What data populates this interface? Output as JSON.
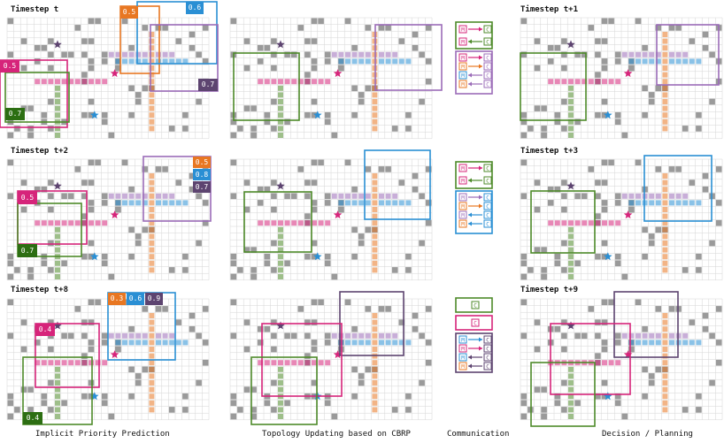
{
  "panel_titles": [
    "Timestep t",
    "Timestep t+1",
    "Timestep t+2",
    "Timestep t+3",
    "Timestep t+8",
    "Timestep t+9"
  ],
  "column_captions": [
    "Implicit Priority Prediction",
    "Topology Updating based on CBRP",
    "Communication",
    "Decision / Planning"
  ],
  "colors": {
    "magenta": "#d6247a",
    "orange": "#e87722",
    "blue": "#2a8fd4",
    "purple": "#9b6cb8",
    "darkpurple": "#5d4470",
    "green": "#4e8a2a",
    "darkgreen": "#2c6e12",
    "obstacle": "#9a9a9a",
    "grid": "#d6d6d6",
    "star": "#5d4470",
    "starMagenta": "#d6247a",
    "starBlue": "#2a8fd4"
  },
  "priority_badges": {
    "row1": [
      {
        "value": "0.5",
        "color": "#e87722"
      },
      {
        "value": "0.6",
        "color": "#2a8fd4"
      },
      {
        "value": "0.5",
        "color": "#d6247a"
      },
      {
        "value": "0.7",
        "color": "#2c6e12"
      },
      {
        "value": "0.7",
        "color": "#5d4470"
      }
    ],
    "row2": [
      {
        "value": "0.5",
        "color": "#e87722"
      },
      {
        "value": "0.8",
        "color": "#2a8fd4"
      },
      {
        "value": "0.7",
        "color": "#5d4470"
      },
      {
        "value": "0.5",
        "color": "#d6247a"
      },
      {
        "value": "0.7",
        "color": "#2c6e12"
      }
    ],
    "row3": [
      {
        "value": "0.3",
        "color": "#e87722"
      },
      {
        "value": "0.6",
        "color": "#2a8fd4"
      },
      {
        "value": "0.9",
        "color": "#5d4470"
      },
      {
        "value": "0.4",
        "color": "#d6247a"
      },
      {
        "value": "0.4",
        "color": "#2c6e12"
      }
    ]
  },
  "comm_glyphs": {
    "member": "M",
    "cluster_head": "C"
  }
}
